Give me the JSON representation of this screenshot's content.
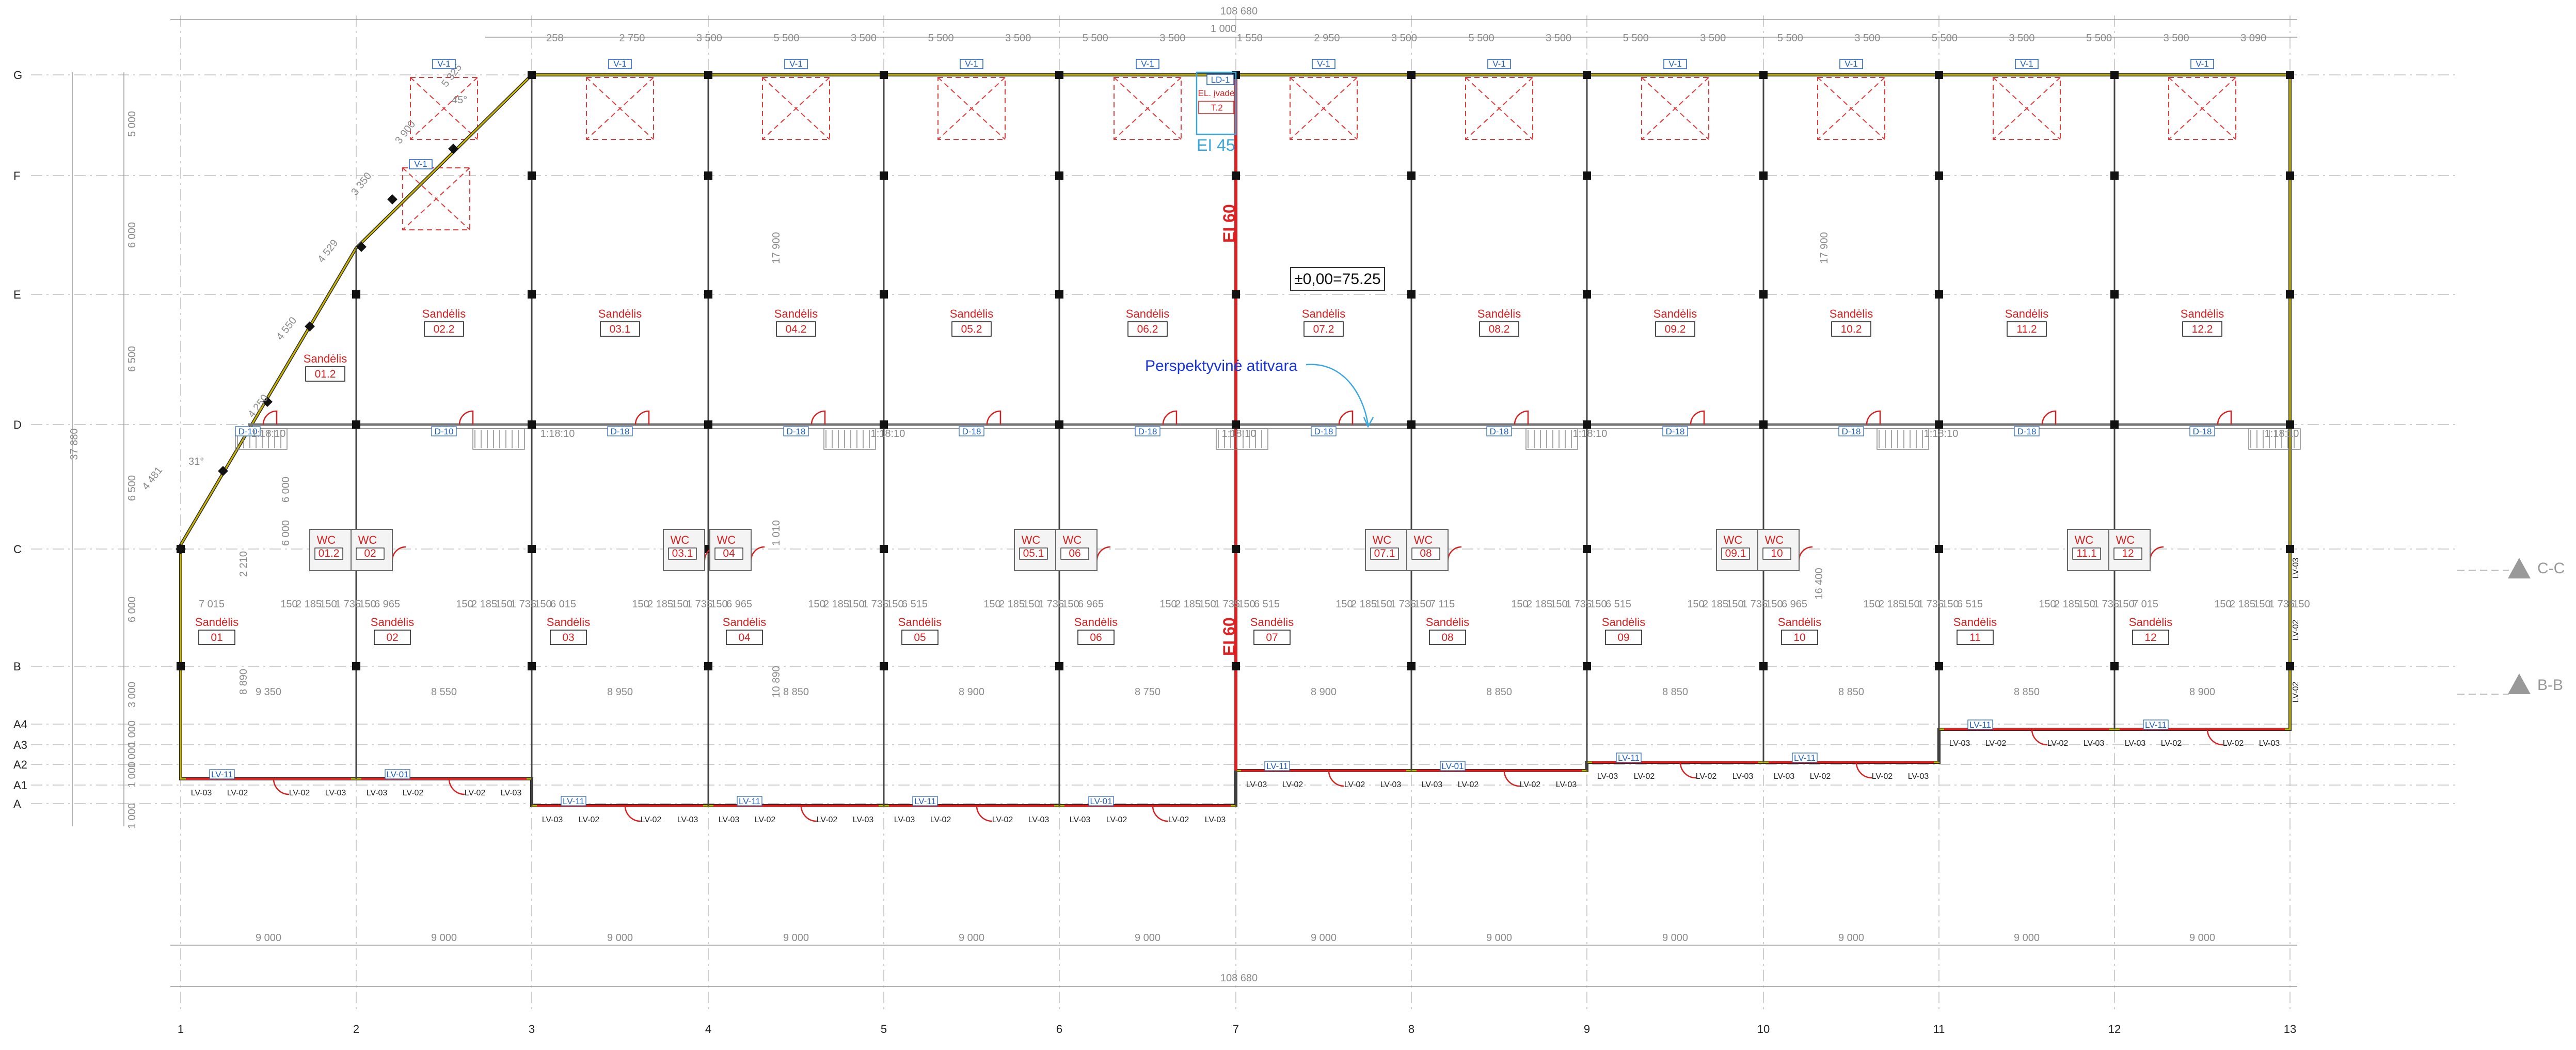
{
  "axes_x": [
    "1",
    "2",
    "3",
    "4",
    "5",
    "6",
    "7",
    "8",
    "9",
    "10",
    "11",
    "12",
    "13"
  ],
  "axes_y": [
    "A",
    "A1",
    "A2",
    "A3",
    "A4",
    "B",
    "C",
    "D",
    "E",
    "F",
    "G"
  ],
  "dims": {
    "overall_top": "108 680",
    "overall_bottom": "108 680",
    "top_offset": "1 000",
    "top_chain": [
      "258",
      "2 750",
      "3 500",
      "5 500",
      "3 500",
      "5 500",
      "3 500",
      "5 500",
      "3 500",
      "1 550",
      "2 950",
      "3 500",
      "5 500",
      "3 500",
      "5 500",
      "3 500",
      "5 500",
      "3 500",
      "5 500",
      "3 500",
      "5 500",
      "3 500",
      "3 090"
    ],
    "bottom_chain": [
      "9 000",
      "9 000",
      "9 000",
      "9 000",
      "9 000",
      "9 000",
      "9 000",
      "9 000",
      "9 000",
      "9 000",
      "9 000",
      "9 000"
    ],
    "left_chain": [
      "5 000",
      "6 000",
      "6 500",
      "6 500",
      "6 000",
      "3 000",
      "1 000",
      "1 000",
      "1 000",
      "1 000"
    ],
    "left_total": "37 880",
    "diagonal": [
      "5 325",
      "3 900",
      "3 350",
      "4 529",
      "4 550",
      "4 250",
      "4 481"
    ],
    "angles": [
      "45°",
      "31°"
    ],
    "bay_widths": [
      "7 015",
      "6 965",
      "6 015",
      "6 965",
      "6 515",
      "6 965",
      "6 515",
      "7 115",
      "6 515",
      "6 965",
      "6 515",
      "7 015"
    ],
    "lower_depths": [
      "9 350",
      "8 550",
      "8 950",
      "8 850",
      "8 900",
      "8 750",
      "8 900",
      "8 850",
      "8 850",
      "8 850",
      "8 850",
      "8 900"
    ],
    "wc_sub": [
      "150",
      "2 185",
      "150",
      "1 735",
      "150"
    ],
    "interior": [
      "17 900",
      "17 900",
      "10 890",
      "1 010",
      "6 000",
      "8 890",
      "2 210",
      "6 000",
      "16 400"
    ]
  },
  "upper_rooms": [
    {
      "name": "Sandėlis",
      "code": "01.2"
    },
    {
      "name": "Sandėlis",
      "code": "02.2"
    },
    {
      "name": "Sandėlis",
      "code": "03.1"
    },
    {
      "name": "Sandėlis",
      "code": "04.2"
    },
    {
      "name": "Sandėlis",
      "code": "05.2"
    },
    {
      "name": "Sandėlis",
      "code": "06.2"
    },
    {
      "name": "Sandėlis",
      "code": "07.2"
    },
    {
      "name": "Sandėlis",
      "code": "08.2"
    },
    {
      "name": "Sandėlis",
      "code": "09.2"
    },
    {
      "name": "Sandėlis",
      "code": "10.2"
    },
    {
      "name": "Sandėlis",
      "code": "11.2"
    },
    {
      "name": "Sandėlis",
      "code": "12.2"
    }
  ],
  "lower_rooms": [
    {
      "name": "Sandėlis",
      "code": "01"
    },
    {
      "name": "Sandėlis",
      "code": "02"
    },
    {
      "name": "Sandėlis",
      "code": "03"
    },
    {
      "name": "Sandėlis",
      "code": "04"
    },
    {
      "name": "Sandėlis",
      "code": "05"
    },
    {
      "name": "Sandėlis",
      "code": "06"
    },
    {
      "name": "Sandėlis",
      "code": "07"
    },
    {
      "name": "Sandėlis",
      "code": "08"
    },
    {
      "name": "Sandėlis",
      "code": "09"
    },
    {
      "name": "Sandėlis",
      "code": "10"
    },
    {
      "name": "Sandėlis",
      "code": "11"
    },
    {
      "name": "Sandėlis",
      "code": "12"
    }
  ],
  "wc": {
    "label": "WC",
    "codes": [
      "01.2",
      "02",
      "03.1",
      "04",
      "05.1",
      "06",
      "07.1",
      "08",
      "09.1",
      "10",
      "11.1",
      "12"
    ]
  },
  "tags": {
    "window": "V-1",
    "door_partition": "D-10",
    "door_cluster": "D-18",
    "gate": "LV-11",
    "gate_door": "LV-01",
    "lv02": "LV-02",
    "lv03": "LV-03",
    "side_doors": [
      "LV-03",
      "LV-02",
      "LV-02"
    ]
  },
  "annotations": {
    "level": "±0,00=75.25",
    "perspective": "Perspektyvinė atitvara",
    "fire_wall_1": "EI 60",
    "fire_wall_2": "EI 60",
    "fire_room": "EI 45",
    "el_room_code": "LD-1",
    "el_room_name": "EL. įvadė",
    "el_room_num": "T.2",
    "section_c": "C-C",
    "section_b": "B-B",
    "stair_label": "1:18:10"
  },
  "colors": {
    "walls": "#2b2b2b",
    "wall_insulation": "#c9b400",
    "fire_wall": "#e02020",
    "room_text": "#d42020",
    "tag_blue": "#1f5fbf",
    "annotation_blue": "#1a35d6",
    "el_room": "#3aa8e0"
  }
}
